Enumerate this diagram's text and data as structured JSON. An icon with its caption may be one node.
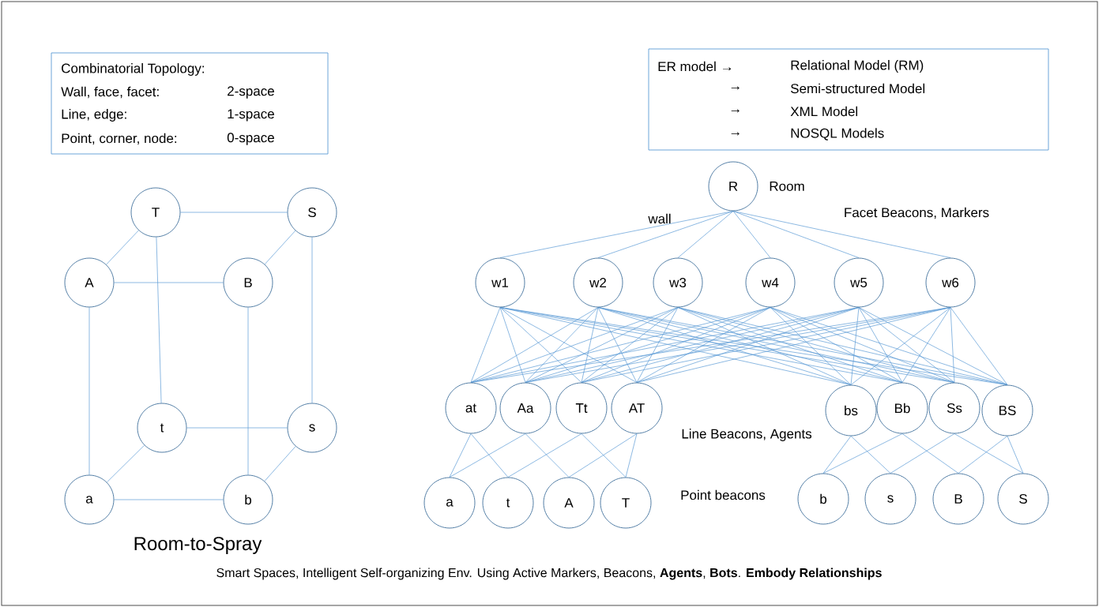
{
  "diagram": {
    "caption": "Smart Spaces, Intelligent Self-organizing Env. Using Active Markers, Beacons, **Agents**, **Bots**. **Embody Relationships**",
    "nodes": [
      {
        "text": [
          "Combinatorial Topology:",
          "Wall, face, facet:",
          "2-space",
          "Line, edge:",
          "1-space",
          "Point, corner, node:",
          "0-space"
        ]
      },
      {
        "text": [
          "ER model →",
          "Relational Model (RM)",
          "→",
          "Semi-structured Model",
          "→",
          "XML Model",
          "→",
          "NOSQL Models"
        ]
      },
      {
        "text": [
          "T"
        ]
      },
      {
        "text": [
          "S"
        ]
      },
      {
        "text": [
          "A"
        ]
      },
      {
        "text": [
          "B"
        ]
      },
      {
        "text": [
          "t"
        ]
      },
      {
        "text": [
          "s"
        ]
      },
      {
        "text": [
          "a"
        ]
      },
      {
        "text": [
          "b"
        ]
      },
      {
        "text": [
          "R"
        ],
        "beside": [
          "Room"
        ]
      },
      {
        "text": [
          "w1"
        ]
      },
      {
        "text": [
          "w2"
        ]
      },
      {
        "text": [
          "w3"
        ]
      },
      {
        "text": [
          "w4"
        ]
      },
      {
        "text": [
          "w5"
        ]
      },
      {
        "text": [
          "w6"
        ]
      },
      {
        "text": [
          "at"
        ]
      },
      {
        "text": [
          "Aa"
        ]
      },
      {
        "text": [
          "Tt"
        ]
      },
      {
        "text": [
          "AT"
        ]
      },
      {
        "text": [
          "bs"
        ]
      },
      {
        "text": [
          "Bb"
        ]
      },
      {
        "text": [
          "Ss"
        ]
      },
      {
        "text": [
          "BS"
        ]
      },
      {
        "text": [
          "a"
        ]
      },
      {
        "text": [
          "t"
        ]
      },
      {
        "text": [
          "A"
        ]
      },
      {
        "text": [
          "T"
        ]
      },
      {
        "text": [
          "b"
        ]
      },
      {
        "text": [
          "s"
        ]
      },
      {
        "text": [
          "B"
        ]
      },
      {
        "text": [
          "S"
        ]
      }
    ],
    "edges": [
      {
        "from": 2,
        "to": 3,
        "arrow": "none"
      },
      {
        "from": 2,
        "to": 4,
        "arrow": "none"
      },
      {
        "from": 3,
        "to": 5,
        "arrow": "none"
      },
      {
        "from": 4,
        "to": 5,
        "arrow": "none"
      },
      {
        "from": 2,
        "to": 6,
        "arrow": "none"
      },
      {
        "from": 3,
        "to": 7,
        "arrow": "none"
      },
      {
        "from": 4,
        "to": 8,
        "arrow": "none"
      },
      {
        "from": 5,
        "to": 9,
        "arrow": "none"
      },
      {
        "from": 6,
        "to": 7,
        "arrow": "none"
      },
      {
        "from": 6,
        "to": 8,
        "arrow": "none"
      },
      {
        "from": 7,
        "to": 9,
        "arrow": "none"
      },
      {
        "from": 8,
        "to": 9,
        "arrow": "none"
      },
      {
        "from": 10,
        "to": 11,
        "arrow": "none"
      },
      {
        "from": 10,
        "to": 12,
        "arrow": "none"
      },
      {
        "from": 10,
        "to": 13,
        "arrow": "none"
      },
      {
        "from": 10,
        "to": 14,
        "arrow": "none"
      },
      {
        "from": 10,
        "to": 15,
        "arrow": "none"
      },
      {
        "from": 10,
        "to": 16,
        "arrow": "none"
      },
      {
        "from": 11,
        "to": 17,
        "arrow": "none"
      },
      {
        "from": 11,
        "to": 18,
        "arrow": "none"
      },
      {
        "from": 11,
        "to": 19,
        "arrow": "none"
      },
      {
        "from": 11,
        "to": 20,
        "arrow": "none"
      },
      {
        "from": 11,
        "to": 21,
        "arrow": "none"
      },
      {
        "from": 11,
        "to": 22,
        "arrow": "none"
      },
      {
        "from": 11,
        "to": 23,
        "arrow": "none"
      },
      {
        "from": 11,
        "to": 24,
        "arrow": "none"
      },
      {
        "from": 12,
        "to": 17,
        "arrow": "none"
      },
      {
        "from": 12,
        "to": 18,
        "arrow": "none"
      },
      {
        "from": 12,
        "to": 19,
        "arrow": "none"
      },
      {
        "from": 12,
        "to": 20,
        "arrow": "none"
      },
      {
        "from": 12,
        "to": 21,
        "arrow": "none"
      },
      {
        "from": 12,
        "to": 22,
        "arrow": "none"
      },
      {
        "from": 12,
        "to": 23,
        "arrow": "none"
      },
      {
        "from": 12,
        "to": 24,
        "arrow": "none"
      },
      {
        "from": 13,
        "to": 17,
        "arrow": "none"
      },
      {
        "from": 13,
        "to": 18,
        "arrow": "none"
      },
      {
        "from": 13,
        "to": 19,
        "arrow": "none"
      },
      {
        "from": 13,
        "to": 20,
        "arrow": "none"
      },
      {
        "from": 13,
        "to": 21,
        "arrow": "none"
      },
      {
        "from": 13,
        "to": 22,
        "arrow": "none"
      },
      {
        "from": 13,
        "to": 23,
        "arrow": "none"
      },
      {
        "from": 13,
        "to": 24,
        "arrow": "none"
      },
      {
        "from": 14,
        "to": 17,
        "arrow": "none"
      },
      {
        "from": 14,
        "to": 18,
        "arrow": "none"
      },
      {
        "from": 14,
        "to": 19,
        "arrow": "none"
      },
      {
        "from": 14,
        "to": 20,
        "arrow": "none"
      },
      {
        "from": 14,
        "to": 21,
        "arrow": "none"
      },
      {
        "from": 14,
        "to": 22,
        "arrow": "none"
      },
      {
        "from": 14,
        "to": 23,
        "arrow": "none"
      },
      {
        "from": 14,
        "to": 24,
        "arrow": "none"
      },
      {
        "from": 15,
        "to": 17,
        "arrow": "none"
      },
      {
        "from": 15,
        "to": 18,
        "arrow": "none"
      },
      {
        "from": 15,
        "to": 19,
        "arrow": "none"
      },
      {
        "from": 15,
        "to": 20,
        "arrow": "none"
      },
      {
        "from": 15,
        "to": 21,
        "arrow": "none"
      },
      {
        "from": 15,
        "to": 22,
        "arrow": "none"
      },
      {
        "from": 15,
        "to": 23,
        "arrow": "none"
      },
      {
        "from": 15,
        "to": 24,
        "arrow": "none"
      },
      {
        "from": 16,
        "to": 17,
        "arrow": "none"
      },
      {
        "from": 16,
        "to": 18,
        "arrow": "none"
      },
      {
        "from": 16,
        "to": 19,
        "arrow": "none"
      },
      {
        "from": 16,
        "to": 20,
        "arrow": "none"
      },
      {
        "from": 16,
        "to": 21,
        "arrow": "none"
      },
      {
        "from": 16,
        "to": 22,
        "arrow": "none"
      },
      {
        "from": 16,
        "to": 23,
        "arrow": "none"
      },
      {
        "from": 16,
        "to": 24,
        "arrow": "none"
      },
      {
        "from": 17,
        "to": 25,
        "arrow": "none"
      },
      {
        "from": 17,
        "to": 26,
        "arrow": "none"
      },
      {
        "from": 18,
        "to": 25,
        "arrow": "none"
      },
      {
        "from": 18,
        "to": 27,
        "arrow": "none"
      },
      {
        "from": 19,
        "to": 26,
        "arrow": "none"
      },
      {
        "from": 19,
        "to": 28,
        "arrow": "none"
      },
      {
        "from": 20,
        "to": 27,
        "arrow": "none"
      },
      {
        "from": 20,
        "to": 28,
        "arrow": "none"
      },
      {
        "from": 21,
        "to": 29,
        "arrow": "none"
      },
      {
        "from": 21,
        "to": 30,
        "arrow": "none"
      },
      {
        "from": 22,
        "to": 29,
        "arrow": "none"
      },
      {
        "from": 22,
        "to": 31,
        "arrow": "none"
      },
      {
        "from": 23,
        "to": 30,
        "arrow": "none"
      },
      {
        "from": 23,
        "to": 32,
        "arrow": "none"
      },
      {
        "from": 24,
        "to": 31,
        "arrow": "none"
      },
      {
        "from": 24,
        "to": 32,
        "arrow": "none"
      }
    ],
    "labels": [
      "wall",
      "Facet Beacons, Markers",
      "Line Beacons, Agents",
      "Point beacons",
      "Room-to-Spray"
    ]
  }
}
